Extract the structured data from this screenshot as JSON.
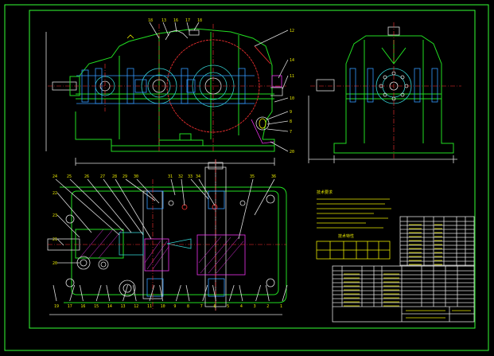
{
  "drawing": {
    "callouts_front": [
      "18",
      "13",
      "16",
      "17",
      "18",
      "12",
      "14",
      "11",
      "10",
      "9",
      "8",
      "7",
      "20"
    ],
    "callouts_top_upper": [
      "24",
      "25",
      "26",
      "27",
      "28",
      "29",
      "30",
      "31",
      "32",
      "33",
      "34",
      "35",
      "36"
    ],
    "callouts_top_left": [
      "22",
      "23",
      "21",
      "20"
    ],
    "callouts_bottom": [
      "19",
      "17",
      "16",
      "15",
      "14",
      "13",
      "12",
      "11",
      "10",
      "9",
      "8",
      "7",
      "6",
      "5",
      "4",
      "3",
      "2",
      "1"
    ],
    "notes_heading": "技术要求",
    "table_heading": "技术特性"
  }
}
